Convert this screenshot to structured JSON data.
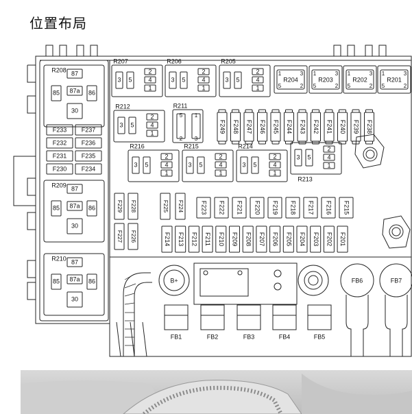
{
  "heading": "位置布局",
  "relays_large": [
    {
      "label": "R208",
      "pins": [
        "87",
        "85",
        "87a",
        "86",
        "30"
      ]
    },
    {
      "label": "R209",
      "pins": [
        "87",
        "85",
        "87a",
        "86",
        "30"
      ]
    },
    {
      "label": "R210",
      "pins": [
        "87",
        "85",
        "87a",
        "86",
        "30"
      ]
    }
  ],
  "relays_top": [
    {
      "label": "R207"
    },
    {
      "label": "R206"
    },
    {
      "label": "R205"
    }
  ],
  "relays_mid": [
    {
      "label": "R212"
    },
    {
      "label": "R216"
    },
    {
      "label": "R215"
    },
    {
      "label": "R214"
    },
    {
      "label": "R213"
    }
  ],
  "relay_small": {
    "label": "R211",
    "pins": [
      "5",
      "1",
      "2",
      "3"
    ]
  },
  "relays_right": [
    {
      "label": "R204"
    },
    {
      "label": "R203"
    },
    {
      "label": "R202"
    },
    {
      "label": "R201"
    }
  ],
  "relay_pins_5": [
    "3",
    "5",
    "2",
    "4",
    "1"
  ],
  "relay_pins_right": [
    "1",
    "3",
    "5",
    "2"
  ],
  "fuses_left": [
    "F233",
    "F237",
    "F232",
    "F236",
    "F231",
    "F235",
    "F230",
    "F234"
  ],
  "fuses_row_top": [
    "F249",
    "F248",
    "F247",
    "F246",
    "F245",
    "F244",
    "F243",
    "F242",
    "F241",
    "F240",
    "F239",
    "F238"
  ],
  "fuses_small_left_top": [
    "F225",
    "F224",
    "F229",
    "F228"
  ],
  "fuses_small_left_bot": [
    "F227",
    "F226"
  ],
  "fuses_mid_row": [
    "F223",
    "F222",
    "F221",
    "F220",
    "F219",
    "F218",
    "F217",
    "F216",
    "F215"
  ],
  "fuses_bottom_row": [
    "F214",
    "F213",
    "F212",
    "F211",
    "F210",
    "F209",
    "F208",
    "F207",
    "F206",
    "F205",
    "F204",
    "F203",
    "F202",
    "F201"
  ],
  "fb_labels": [
    "FB1",
    "FB2",
    "FB3",
    "FB4",
    "FB5"
  ],
  "fb_round": [
    "FB6",
    "FB7"
  ],
  "bplus": "B+"
}
